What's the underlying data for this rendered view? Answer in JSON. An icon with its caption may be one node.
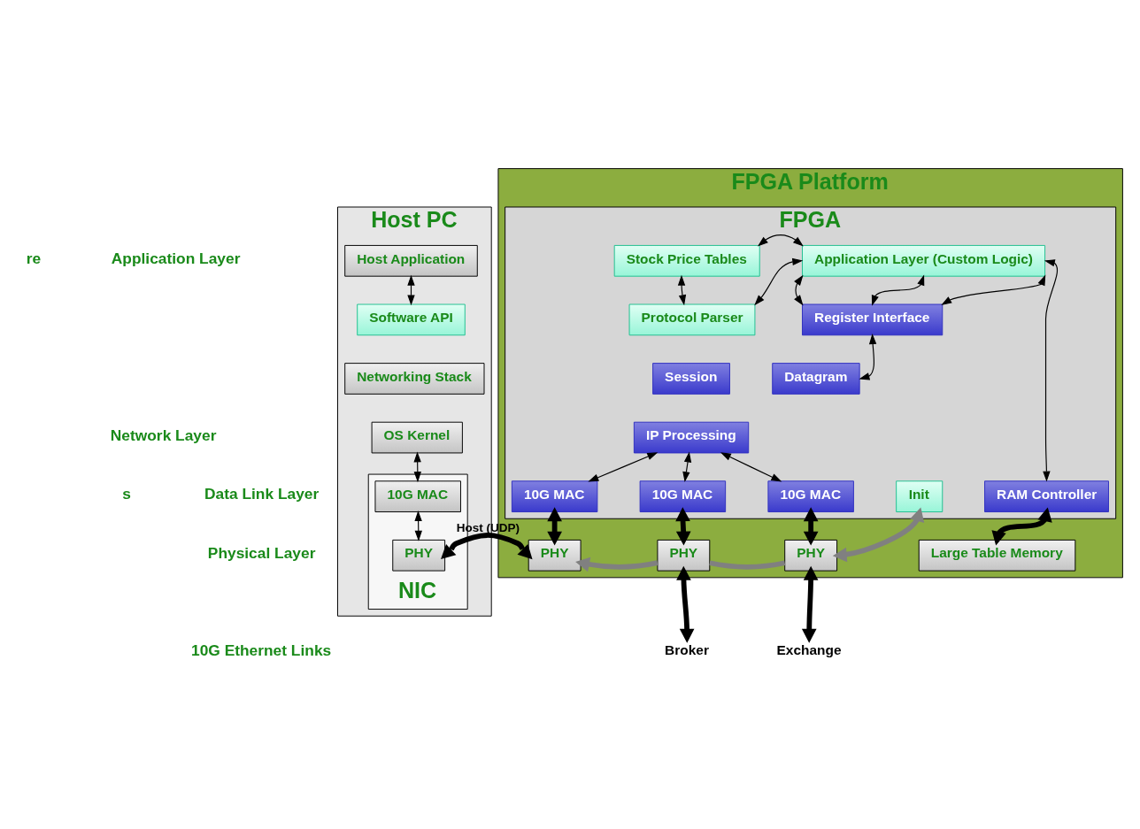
{
  "diagram": {
    "nodes": [
      {
        "text": [
          "Host PC"
        ]
      },
      {
        "text": [
          "Host Application"
        ],
        "in": 0
      },
      {
        "text": [
          "Software API"
        ],
        "in": 0
      },
      {
        "text": [
          "Networking Stack"
        ],
        "in": 0
      },
      {
        "text": [
          "OS Kernel"
        ],
        "in": 0
      },
      {
        "text": [
          "NIC"
        ],
        "in": 0
      },
      {
        "text": [
          "10G MAC"
        ],
        "in": 5
      },
      {
        "text": [
          "PHY"
        ],
        "in": 5
      },
      {
        "text": [
          "FPGA Platform"
        ]
      },
      {
        "text": [
          "FPGA"
        ],
        "in": 8
      },
      {
        "text": [
          "Stock Price Tables"
        ],
        "in": 9
      },
      {
        "text": [
          "Application Layer (Custom Logic)"
        ],
        "in": 9
      },
      {
        "text": [
          "Protocol Parser"
        ],
        "in": 9
      },
      {
        "text": [
          "Register Interface"
        ],
        "in": 9
      },
      {
        "text": [
          "Session"
        ],
        "in": 9
      },
      {
        "text": [
          "Datagram"
        ],
        "in": 9
      },
      {
        "text": [
          "IP Processing"
        ],
        "in": 9
      },
      {
        "text": [
          "10G MAC"
        ],
        "in": 9
      },
      {
        "text": [
          "10G MAC"
        ],
        "in": 9
      },
      {
        "text": [
          "10G MAC"
        ],
        "in": 9
      },
      {
        "text": [
          "Init"
        ],
        "in": 9
      },
      {
        "text": [
          "RAM Controller"
        ],
        "in": 9
      },
      {
        "text": [
          "PHY"
        ],
        "in": 8
      },
      {
        "text": [
          "PHY"
        ],
        "in": 8
      },
      {
        "text": [
          "PHY"
        ],
        "in": 8
      },
      {
        "text": [
          "Large Table Memory"
        ],
        "in": 8
      },
      {
        "text": [
          "Broker"
        ]
      },
      {
        "text": [
          "Exchange"
        ]
      }
    ],
    "edges": [
      {
        "from": 1,
        "to": 2,
        "arrow": "both"
      },
      {
        "from": 4,
        "to": 6,
        "arrow": "both"
      },
      {
        "from": 6,
        "to": 7,
        "arrow": "both"
      },
      {
        "from": 7,
        "to": 22,
        "arrow": "both",
        "label": "Host (UDP)",
        "style": "thick"
      },
      {
        "from": 10,
        "to": 11,
        "arrow": "both"
      },
      {
        "from": 10,
        "to": 12,
        "arrow": "both"
      },
      {
        "from": 11,
        "to": 12,
        "arrow": "both"
      },
      {
        "from": 11,
        "to": 13,
        "arrow": "both"
      },
      {
        "from": 11,
        "to": 13,
        "arrow": "both"
      },
      {
        "from": 11,
        "to": 13,
        "arrow": "both"
      },
      {
        "from": 13,
        "to": 15,
        "arrow": "both"
      },
      {
        "from": 11,
        "to": 21,
        "arrow": "both"
      },
      {
        "from": 16,
        "to": 17,
        "arrow": "both"
      },
      {
        "from": 16,
        "to": 18,
        "arrow": "both"
      },
      {
        "from": 16,
        "to": 19,
        "arrow": "both"
      },
      {
        "from": 17,
        "to": 22,
        "arrow": "both",
        "style": "thick"
      },
      {
        "from": 18,
        "to": 23,
        "arrow": "both",
        "style": "thick"
      },
      {
        "from": 19,
        "to": 24,
        "arrow": "both",
        "style": "thick"
      },
      {
        "from": 21,
        "to": 25,
        "arrow": "both",
        "style": "thick"
      },
      {
        "from": 20,
        "to": 24,
        "arrow": "both",
        "style": "thick",
        "color": "#808080"
      },
      {
        "from": 24,
        "to": 23,
        "arrow": "none",
        "style": "thick",
        "color": "#808080"
      },
      {
        "from": 23,
        "to": 22,
        "arrow": "to",
        "style": "thick",
        "color": "#808080"
      },
      {
        "from": 23,
        "to": 26,
        "arrow": "both",
        "style": "thick"
      },
      {
        "from": 24,
        "to": 27,
        "arrow": "both",
        "style": "thick"
      }
    ],
    "labels": [
      "re",
      "Application Layer",
      "Network Layer",
      "s",
      "Data Link Layer",
      "Physical Layer",
      "10G Ethernet Links"
    ]
  }
}
